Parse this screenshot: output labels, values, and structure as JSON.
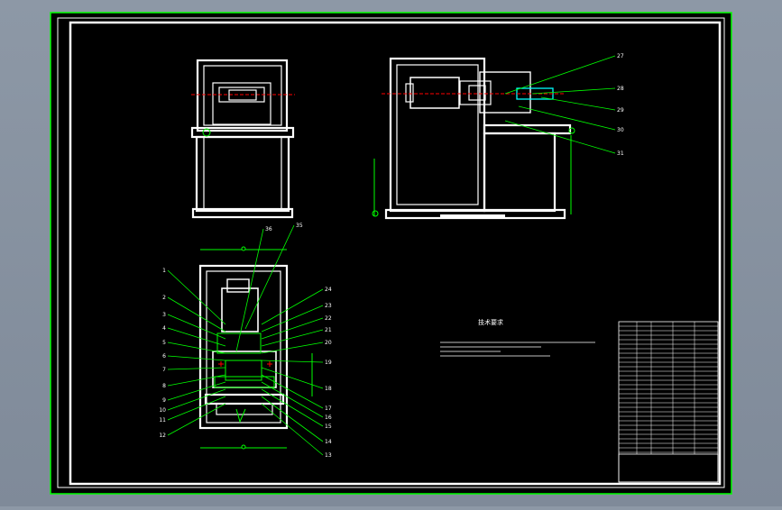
{
  "drawing": {
    "notes_title": "技术要求",
    "balloons_top_right": [
      "27",
      "28",
      "29",
      "30",
      "31"
    ],
    "balloons_section_top": [
      "36",
      "35"
    ],
    "balloons_section_left": [
      "1",
      "2",
      "3",
      "4",
      "5",
      "6",
      "7",
      "8",
      "9",
      "10",
      "11",
      "12"
    ],
    "balloons_section_right": [
      "24",
      "23",
      "22",
      "21",
      "20",
      "19",
      "18",
      "17",
      "16",
      "15",
      "14",
      "13"
    ]
  },
  "colors": {
    "background": "#000000",
    "frame": "#ffffff",
    "outer_border": "#00ff00",
    "leader": "#00ff00",
    "centerline": "#ff0000",
    "hidden": "#00ffff",
    "part": "#ffffff"
  }
}
